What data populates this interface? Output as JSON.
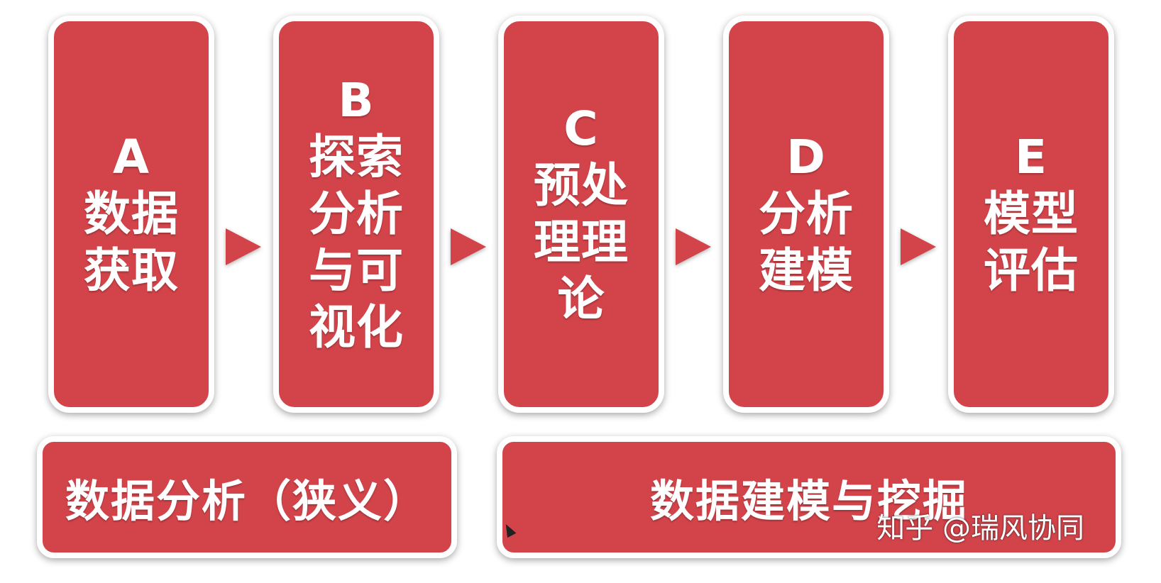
{
  "steps": [
    {
      "label": "A\n数据\n获取"
    },
    {
      "label": "B\n探索\n分析\n与可\n视化"
    },
    {
      "label": "C\n预处\n理理\n论"
    },
    {
      "label": "D\n分析\n建模"
    },
    {
      "label": "E\n模型\n评估"
    }
  ],
  "groups": [
    {
      "label": "数据分析（狭义）"
    },
    {
      "label": "数据建模与挖掘"
    }
  ],
  "watermark": "知乎 @瑞风协同",
  "colors": {
    "box_fill": "#d2444a",
    "border": "#ffffff",
    "text": "#ffffff"
  }
}
